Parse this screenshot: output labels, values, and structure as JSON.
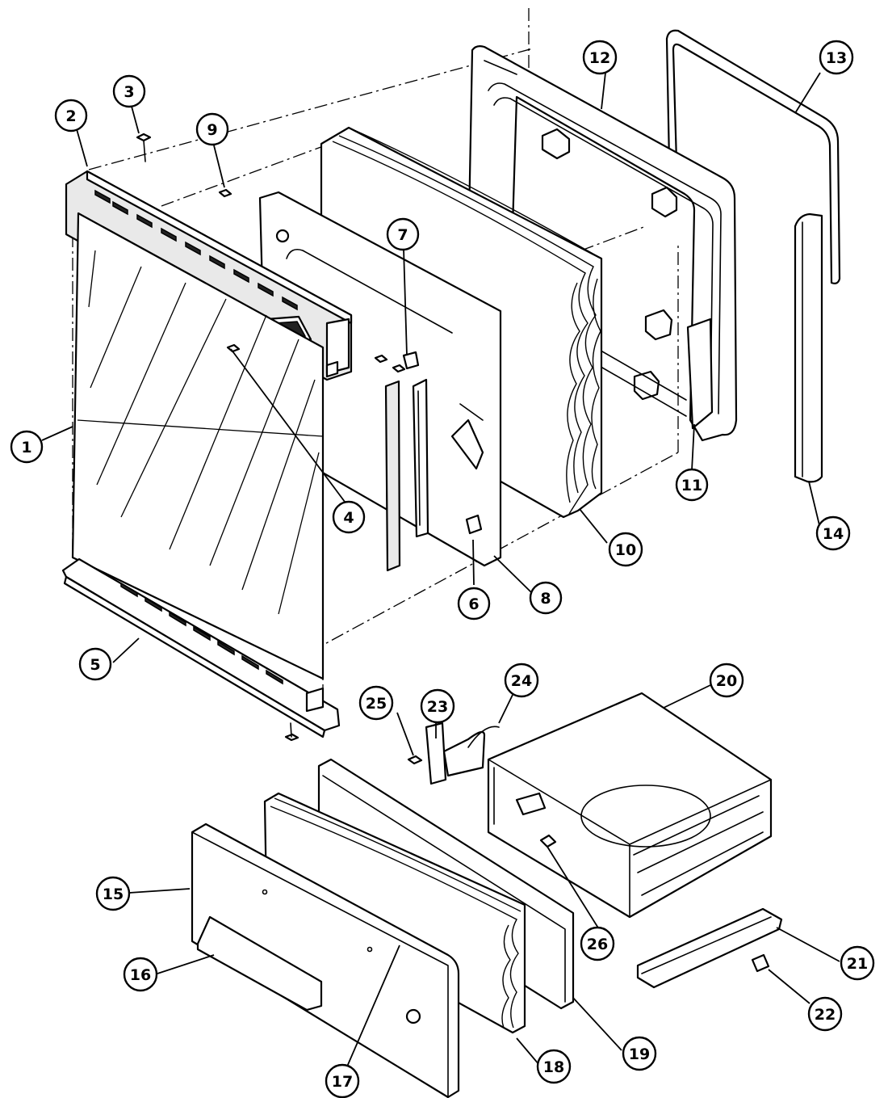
{
  "callouts": [
    "1",
    "2",
    "3",
    "4",
    "5",
    "6",
    "7",
    "8",
    "9",
    "10",
    "11",
    "12",
    "13",
    "14",
    "15",
    "16",
    "17",
    "18",
    "19",
    "20",
    "21",
    "22",
    "23",
    "24",
    "25",
    "26"
  ],
  "colors": {
    "ink": "#000000",
    "paper": "#ffffff"
  }
}
